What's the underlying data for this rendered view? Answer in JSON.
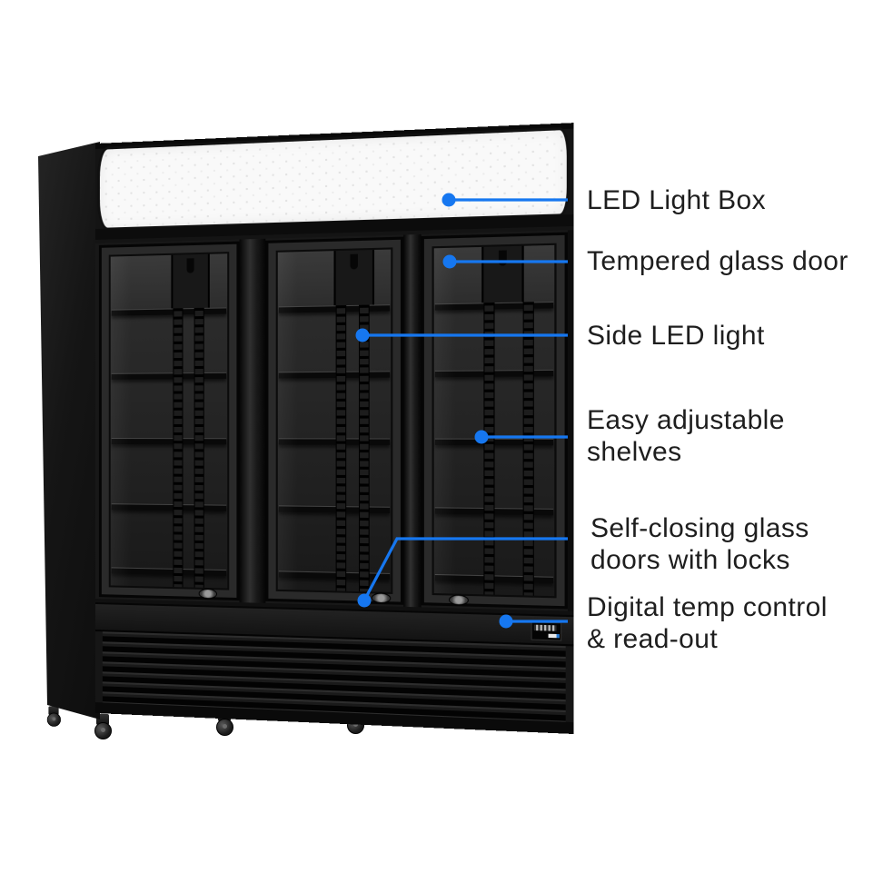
{
  "figure": {
    "kind": "product-feature-diagram",
    "subject": "three glass door upright display fridge",
    "background": "#ffffff"
  },
  "colors": {
    "accent_blue": "#1677f0",
    "label_text": "#1e1e1e",
    "cabinet_black": "#141414",
    "lightbox_white": "#f9f9f9"
  },
  "fridge": {
    "doors": 3,
    "shelves_per_door": 5,
    "casters": 5
  },
  "callouts": [
    {
      "id": "led-light-box",
      "lines": [
        "LED Light Box"
      ]
    },
    {
      "id": "tempered-glass-door",
      "lines": [
        "Tempered glass door"
      ]
    },
    {
      "id": "side-led-light",
      "lines": [
        "Side LED light"
      ]
    },
    {
      "id": "adjustable-shelves",
      "lines": [
        "Easy adjustable",
        "shelves"
      ]
    },
    {
      "id": "self-closing-doors",
      "lines": [
        "Self-closing glass",
        "doors with locks"
      ]
    },
    {
      "id": "digital-temp-control",
      "lines": [
        "Digital temp control",
        "& read-out"
      ]
    }
  ]
}
